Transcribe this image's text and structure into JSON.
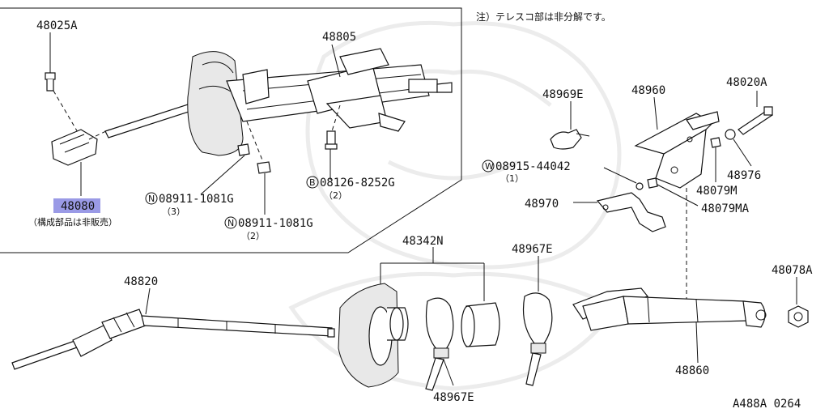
{
  "note": "注）テレスコ部は非分解です。",
  "diagram_id": "A488A 0264",
  "parts": {
    "p48025A": "48025A",
    "p48805": "48805",
    "p48080": "48080",
    "p48080_note": "（構成部品は非販売）",
    "p08911_1081G_3": "08911-1081G",
    "p08911_1081G_3_qty": "（3）",
    "p08911_1081G_2": "08911-1081G",
    "p08911_1081G_2_qty": "（2）",
    "p08126_8252G": "08126-8252G",
    "p08126_8252G_qty": "（2）",
    "p48969E": "48969E",
    "p48960": "48960",
    "p48020A": "48020A",
    "p08915_44042": "08915-44042",
    "p08915_44042_qty": "（1）",
    "p48976": "48976",
    "p48079M": "48079M",
    "p48970": "48970",
    "p48079MA": "48079MA",
    "p48342N": "48342N",
    "p48967E_top": "48967E",
    "p48820": "48820",
    "p48078A": "48078A",
    "p48860": "48860",
    "p48967E_bottom": "48967E"
  },
  "prefix": {
    "N": "N",
    "B": "B",
    "W": "W"
  }
}
